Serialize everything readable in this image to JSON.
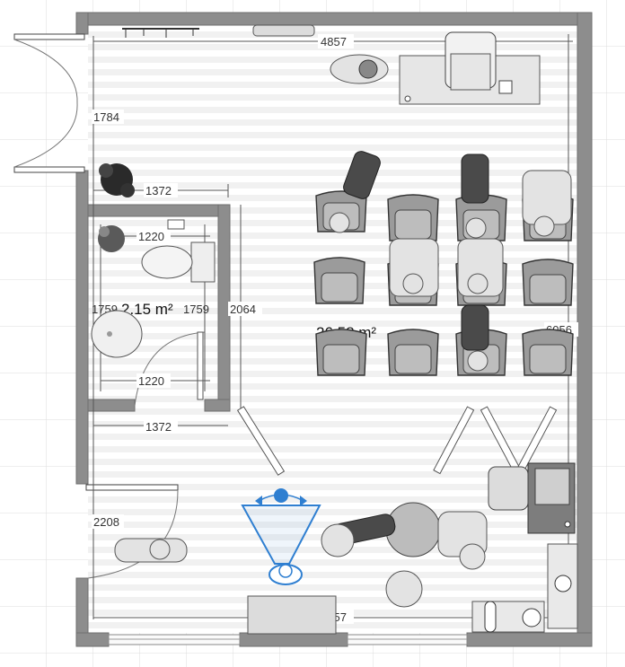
{
  "room_main": {
    "area_label": "26.58 m²"
  },
  "room_bath": {
    "area_label": "2.15 m²"
  },
  "dimensions": {
    "top_width": "4857",
    "bottom_width": "4857",
    "door_top_width": "1784",
    "door_bottom_width": "2208",
    "bath_outer_top": "1372",
    "bath_outer_bottom": "1372",
    "bath_inner_top": "1220",
    "bath_inner_bottom": "1220",
    "bath_height_left": "1759",
    "bath_height_right": "1759",
    "bath_wall_length": "2064",
    "right_wall_length": "6056"
  },
  "colors": {
    "wall": "#8d8d8d",
    "camera": "#2f7fd1",
    "floor_stripe": "#f1f1f1"
  },
  "icons": {
    "camera": "camera-viewpoint-icon"
  }
}
